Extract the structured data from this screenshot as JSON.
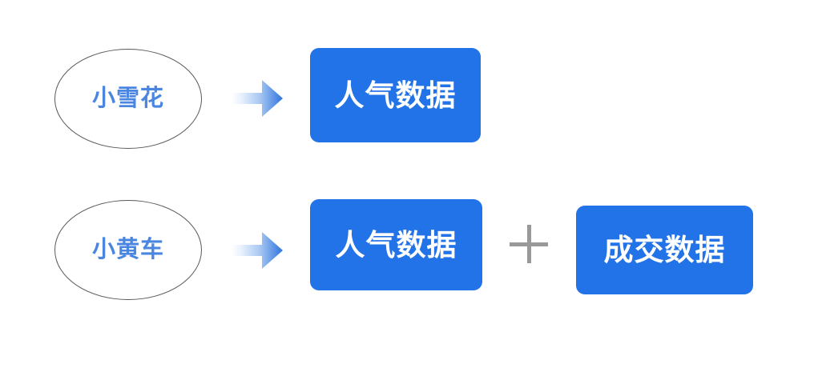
{
  "diagram": {
    "type": "flow-mapping",
    "background_color": "#ffffff",
    "accent_color": "#2272e8",
    "ellipse_text_color": "#4a86e0",
    "plus_color": "#999999",
    "rows": [
      {
        "source": {
          "label": "小雪花",
          "shape": "ellipse"
        },
        "connector": {
          "icon": "arrow-right-icon",
          "gradient_from": "#eef4fd",
          "gradient_to": "#2f74de"
        },
        "targets": [
          {
            "label": "人气数据",
            "shape": "rounded-rect"
          }
        ],
        "operators": []
      },
      {
        "source": {
          "label": "小黄车",
          "shape": "ellipse"
        },
        "connector": {
          "icon": "arrow-right-icon",
          "gradient_from": "#eef4fd",
          "gradient_to": "#2f74de"
        },
        "targets": [
          {
            "label": "人气数据",
            "shape": "rounded-rect"
          },
          {
            "label": "成交数据",
            "shape": "rounded-rect"
          }
        ],
        "operators": [
          {
            "label": "+",
            "icon": "plus-icon"
          }
        ]
      }
    ]
  }
}
